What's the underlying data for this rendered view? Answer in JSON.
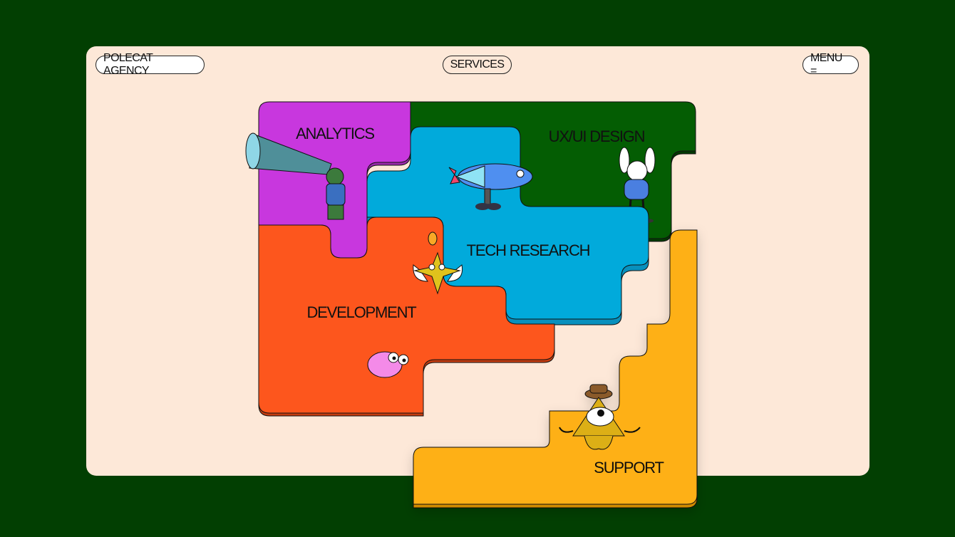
{
  "header": {
    "brand": "POLECAT AGENCY",
    "services": "SERVICES",
    "menu": "MENU ="
  },
  "services": [
    {
      "label": "ANALYTICS",
      "color": "#c837de"
    },
    {
      "label": "UX/UI DESIGN",
      "color": "#045d03"
    },
    {
      "label": "TECH RESEARCH",
      "color": "#01aadb"
    },
    {
      "label": "DEVELOPMENT",
      "color": "#fd561d"
    },
    {
      "label": "SUPPORT",
      "color": "#feb013"
    }
  ],
  "colors": {
    "background": "#023f02",
    "card": "#fde8d8"
  }
}
